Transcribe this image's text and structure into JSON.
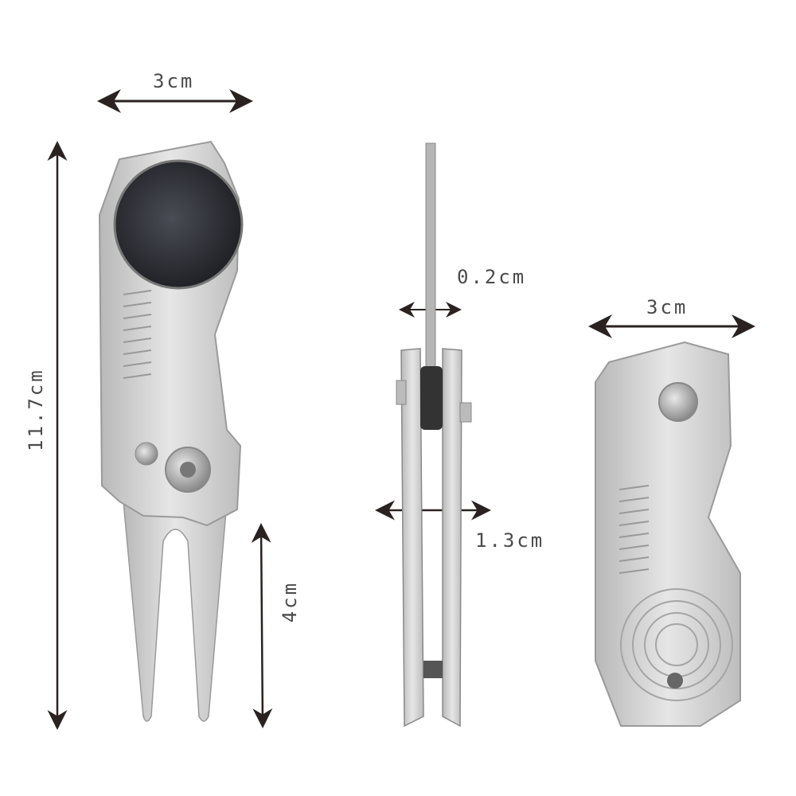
{
  "dimensions": {
    "front_width": "3cm",
    "total_length": "11.7cm",
    "fork_length": "4cm",
    "blade_thickness": "0.2cm",
    "body_thickness": "1.3cm",
    "folded_width": "3cm"
  },
  "views": [
    {
      "name": "front-open",
      "description": "Divot tool, open, front view with ball marker"
    },
    {
      "name": "side",
      "description": "Side view showing thickness"
    },
    {
      "name": "front-folded",
      "description": "Folded tool front view"
    }
  ],
  "colors": {
    "metal": "#cfcfcf",
    "metal_dark": "#9a9a9a",
    "marker": "#2a2c33",
    "arrow": "#2a2220"
  }
}
